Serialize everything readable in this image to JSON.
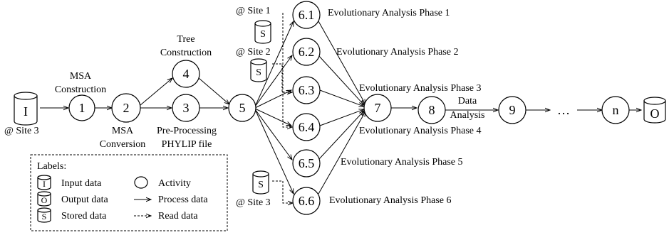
{
  "nodes": {
    "n1": "1",
    "n2": "2",
    "n3": "3",
    "n4": "4",
    "n5": "5",
    "n61": "6.1",
    "n62": "6.2",
    "n63": "6.3",
    "n64": "6.4",
    "n65": "6.5",
    "n66": "6.6",
    "n7": "7",
    "n8": "8",
    "n9": "9",
    "nn": "n"
  },
  "stores": {
    "input": "I",
    "output": "O",
    "stored": "S"
  },
  "labels": {
    "site3_input": "@ Site 3",
    "msa_construction_1": "MSA",
    "msa_construction_2": "Construction",
    "msa_conversion_1": "MSA",
    "msa_conversion_2": "Conversion",
    "tree_construction_1": "Tree",
    "tree_construction_2": "Construction",
    "preprocessing_1": "Pre-Processing",
    "preprocessing_2": "PHYLIP file",
    "site1": "@ Site 1",
    "site2": "@ Site 2",
    "site3_stored": "@ Site 3",
    "phase1": "Evolutionary  Analysis  Phase 1",
    "phase2": "Evolutionary  Analysis  Phase 2",
    "phase3": "Evolutionary  Analysis  Phase 3",
    "phase4": "Evolutionary  Analysis  Phase 4",
    "phase5": "Evolutionary  Analysis  Phase 5",
    "phase6": "Evolutionary  Analysis  Phase 6",
    "data_analysis_1": "Data",
    "data_analysis_2": "Analysis",
    "ellipsis": "…"
  },
  "legend": {
    "title": "Labels:",
    "input_data": "Input data",
    "output_data": "Output data",
    "stored_data": "Stored data",
    "activity": "Activity",
    "process_data": "Process data",
    "read_data": "Read data"
  }
}
